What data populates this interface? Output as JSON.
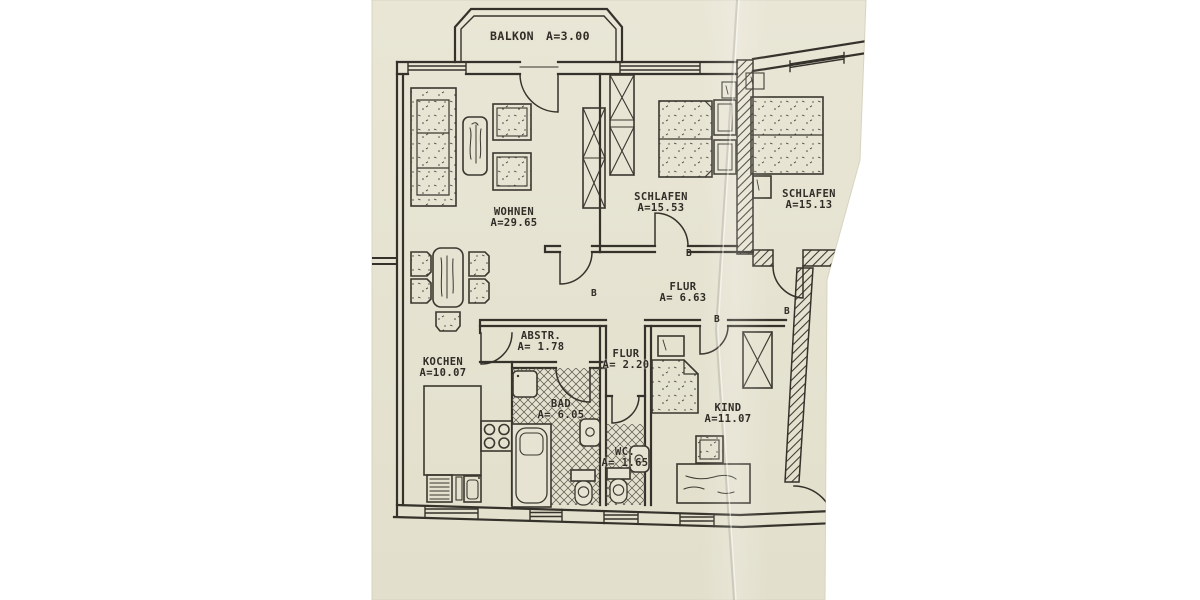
{
  "photo": {
    "description": "Scanned architectural floor plan drawing on beige paper",
    "paper_color": "#e7e4d3",
    "line_color": "#35322b",
    "background_color": "#ffffff"
  },
  "rooms": [
    {
      "id": "balkon",
      "name": "BALKON",
      "area": "A=3.00"
    },
    {
      "id": "wohnen",
      "name": "WOHNEN",
      "area": "A=29.65"
    },
    {
      "id": "schlafen-links",
      "name": "SCHLAFEN",
      "area": "A=15.53"
    },
    {
      "id": "schlafen-rechts",
      "name": "SCHLAFEN",
      "area": "A=15.13"
    },
    {
      "id": "flur",
      "name": "FLUR",
      "area": "A= 6.63"
    },
    {
      "id": "abstellraum",
      "name": "ABSTR.",
      "area": "A= 1.78"
    },
    {
      "id": "flur-klein",
      "name": "FLUR",
      "area": "A= 2.20"
    },
    {
      "id": "kueche",
      "name": "KOCHEN",
      "area": "A=10.07"
    },
    {
      "id": "bad",
      "name": "BAD",
      "area": "A= 6.05"
    },
    {
      "id": "wc",
      "name": "WC.",
      "area": "A= 1.65"
    },
    {
      "id": "kind",
      "name": "KIND",
      "area": "A=11.07"
    }
  ],
  "door_labels": [
    "B",
    "B",
    "B",
    "B"
  ]
}
